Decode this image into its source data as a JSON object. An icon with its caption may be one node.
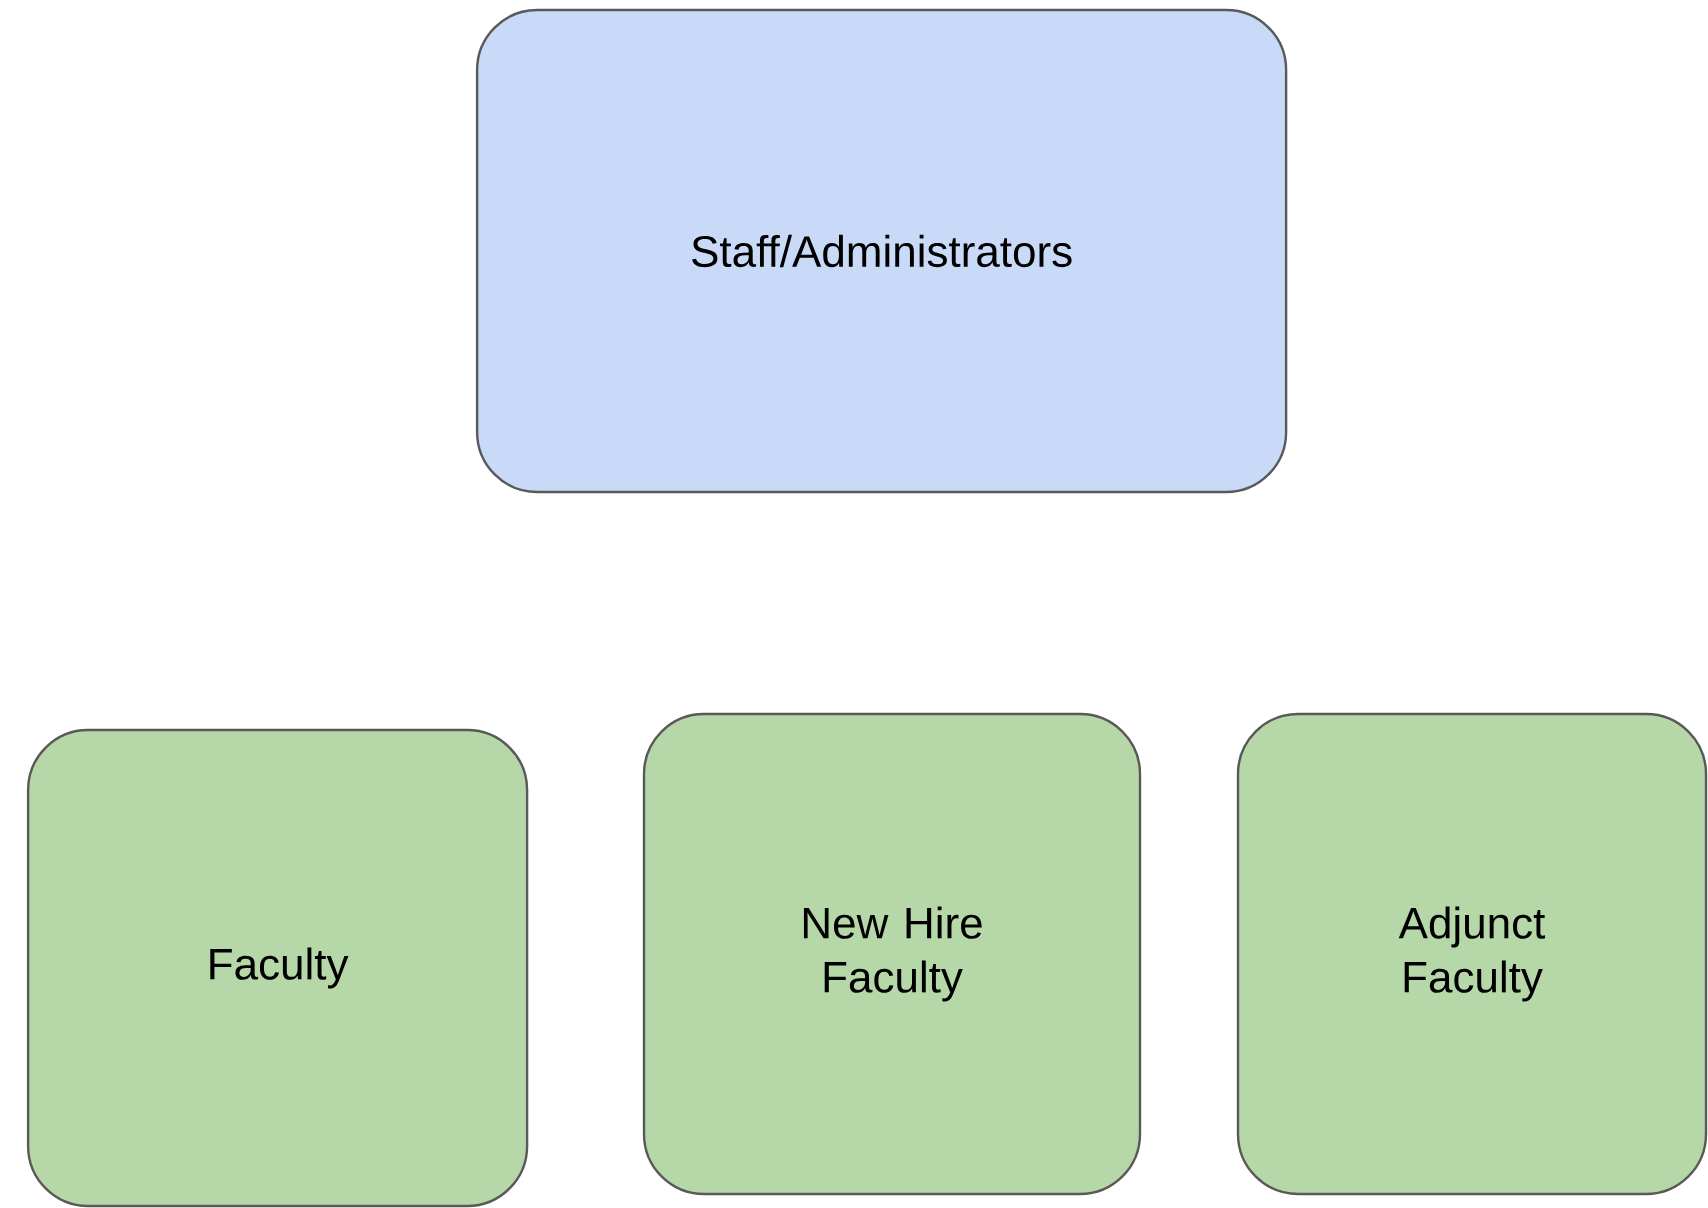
{
  "diagram": {
    "nodes": [
      {
        "text": [
          "Staff/Administrators"
        ]
      },
      {
        "text": [
          "Faculty"
        ]
      },
      {
        "text": [
          "New Hire Faculty"
        ]
      },
      {
        "text": [
          "Adjunct Faculty"
        ]
      }
    ]
  }
}
